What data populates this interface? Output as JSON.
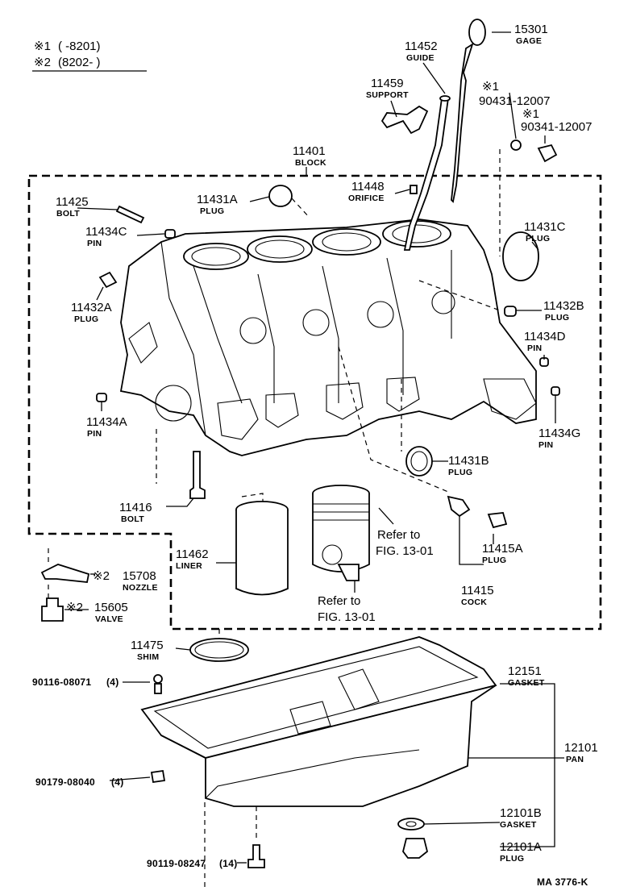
{
  "legend": {
    "row1_mark": "※1",
    "row1_range": "(      -8201)",
    "row2_mark": "※2",
    "row2_range": "(8202-      )"
  },
  "parts": [
    {
      "id": "gage",
      "number": "15301",
      "name": "GAGE"
    },
    {
      "id": "guide",
      "number": "11452",
      "name": "GUIDE"
    },
    {
      "id": "support",
      "number": "11459",
      "name": "SUPPORT"
    },
    {
      "id": "washer",
      "mark": "※1",
      "number": "90431-12007"
    },
    {
      "id": "drain-plug-small",
      "mark": "※1",
      "number": "90341-12007"
    },
    {
      "id": "block",
      "number": "11401",
      "name": "BLOCK"
    },
    {
      "id": "orifice",
      "number": "11448",
      "name": "ORIFICE"
    },
    {
      "id": "bolt-11425",
      "number": "11425",
      "name": "BOLT"
    },
    {
      "id": "plug-11431a",
      "number": "11431A",
      "name": "PLUG"
    },
    {
      "id": "pin-11434c",
      "number": "11434C",
      "name": "PIN"
    },
    {
      "id": "plug-11431c",
      "number": "11431C",
      "name": "PLUG"
    },
    {
      "id": "plug-11432a",
      "number": "11432A",
      "name": "PLUG"
    },
    {
      "id": "plug-11432b",
      "number": "11432B",
      "name": "PLUG"
    },
    {
      "id": "pin-11434d",
      "number": "11434D",
      "name": "PIN"
    },
    {
      "id": "pin-11434a",
      "number": "11434A",
      "name": "PIN"
    },
    {
      "id": "pin-11434g",
      "number": "11434G",
      "name": "PIN"
    },
    {
      "id": "plug-11431b",
      "number": "11431B",
      "name": "PLUG"
    },
    {
      "id": "bolt-11416",
      "number": "11416",
      "name": "BOLT"
    },
    {
      "id": "liner",
      "number": "11462",
      "name": "LINER"
    },
    {
      "id": "plug-11415a",
      "number": "11415A",
      "name": "PLUG"
    },
    {
      "id": "cock",
      "number": "11415",
      "name": "COCK"
    },
    {
      "id": "nozzle",
      "mark": "※2",
      "number": "15708",
      "name": "NOZZLE"
    },
    {
      "id": "valve",
      "mark": "※2",
      "number": "15605",
      "name": "VALVE"
    },
    {
      "id": "shim",
      "number": "11475",
      "name": "SHIM"
    },
    {
      "id": "gasket-12151",
      "number": "12151",
      "name": "GASKET"
    },
    {
      "id": "pan",
      "number": "12101",
      "name": "PAN"
    },
    {
      "id": "gasket-12101b",
      "number": "12101B",
      "name": "GASKET"
    },
    {
      "id": "plug-12101a",
      "number": "12101A",
      "name": "PLUG"
    },
    {
      "id": "bolt-90116",
      "number": "90116-08071",
      "qty": "(4)"
    },
    {
      "id": "nut-90179",
      "number": "90179-08040",
      "qty": "(4)"
    },
    {
      "id": "bolt-90119",
      "number": "90119-08247",
      "qty": "(14)"
    }
  ],
  "references": {
    "piston_ref_1": "Refer to",
    "piston_ref_2": "FIG. 13-01",
    "rod_ref_1": "Refer to",
    "rod_ref_2": "FIG. 13-01"
  },
  "footer": {
    "code": "MA  3776-K"
  }
}
